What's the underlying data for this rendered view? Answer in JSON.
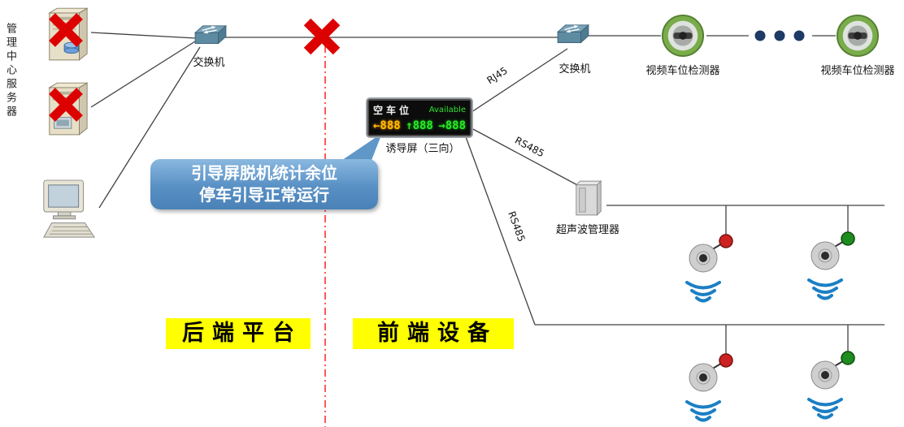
{
  "diagram": {
    "management_center_label": "管理中心服务器",
    "left_switch_label": "交换机",
    "right_switch_label": "交换机",
    "video_detector1_label": "视频车位检测器",
    "video_detector2_label": "视频车位检测器",
    "guidance_screen_label": "诱导屏（三向）",
    "ultrasonic_manager_label": "超声波管理器",
    "zone_backend_label": "后端平台",
    "zone_frontend_label": "前端设备",
    "link_rj45_label": "RJ45",
    "link_rs485_a_label": "RS485",
    "link_rs485_b_label": "RS485"
  },
  "display_board": {
    "title_cn": "空车位",
    "title_en": "Available",
    "segment_left": "←888",
    "segment_up": "↑888",
    "segment_right": "→888"
  },
  "callout": {
    "line1": "引导屏脱机统计余位",
    "line2": "停车引导正常运行"
  },
  "colors": {
    "line": "#404040",
    "alarm_red": "#dd0000",
    "divider_red": "#ff2020",
    "zone_label_bg": "#ffff00",
    "callout_blue_top": "#8ab8e0",
    "callout_blue_bottom": "#4a82b8",
    "led_amber": "#ffc000",
    "led_green": "#2ee62e",
    "detector_green": "#79ac4a",
    "wave_blue": "#1b7fc4",
    "indicator_red": "#cc2222",
    "indicator_green": "#1e8c1e",
    "ellipsis_dot": "#1e3a66"
  }
}
